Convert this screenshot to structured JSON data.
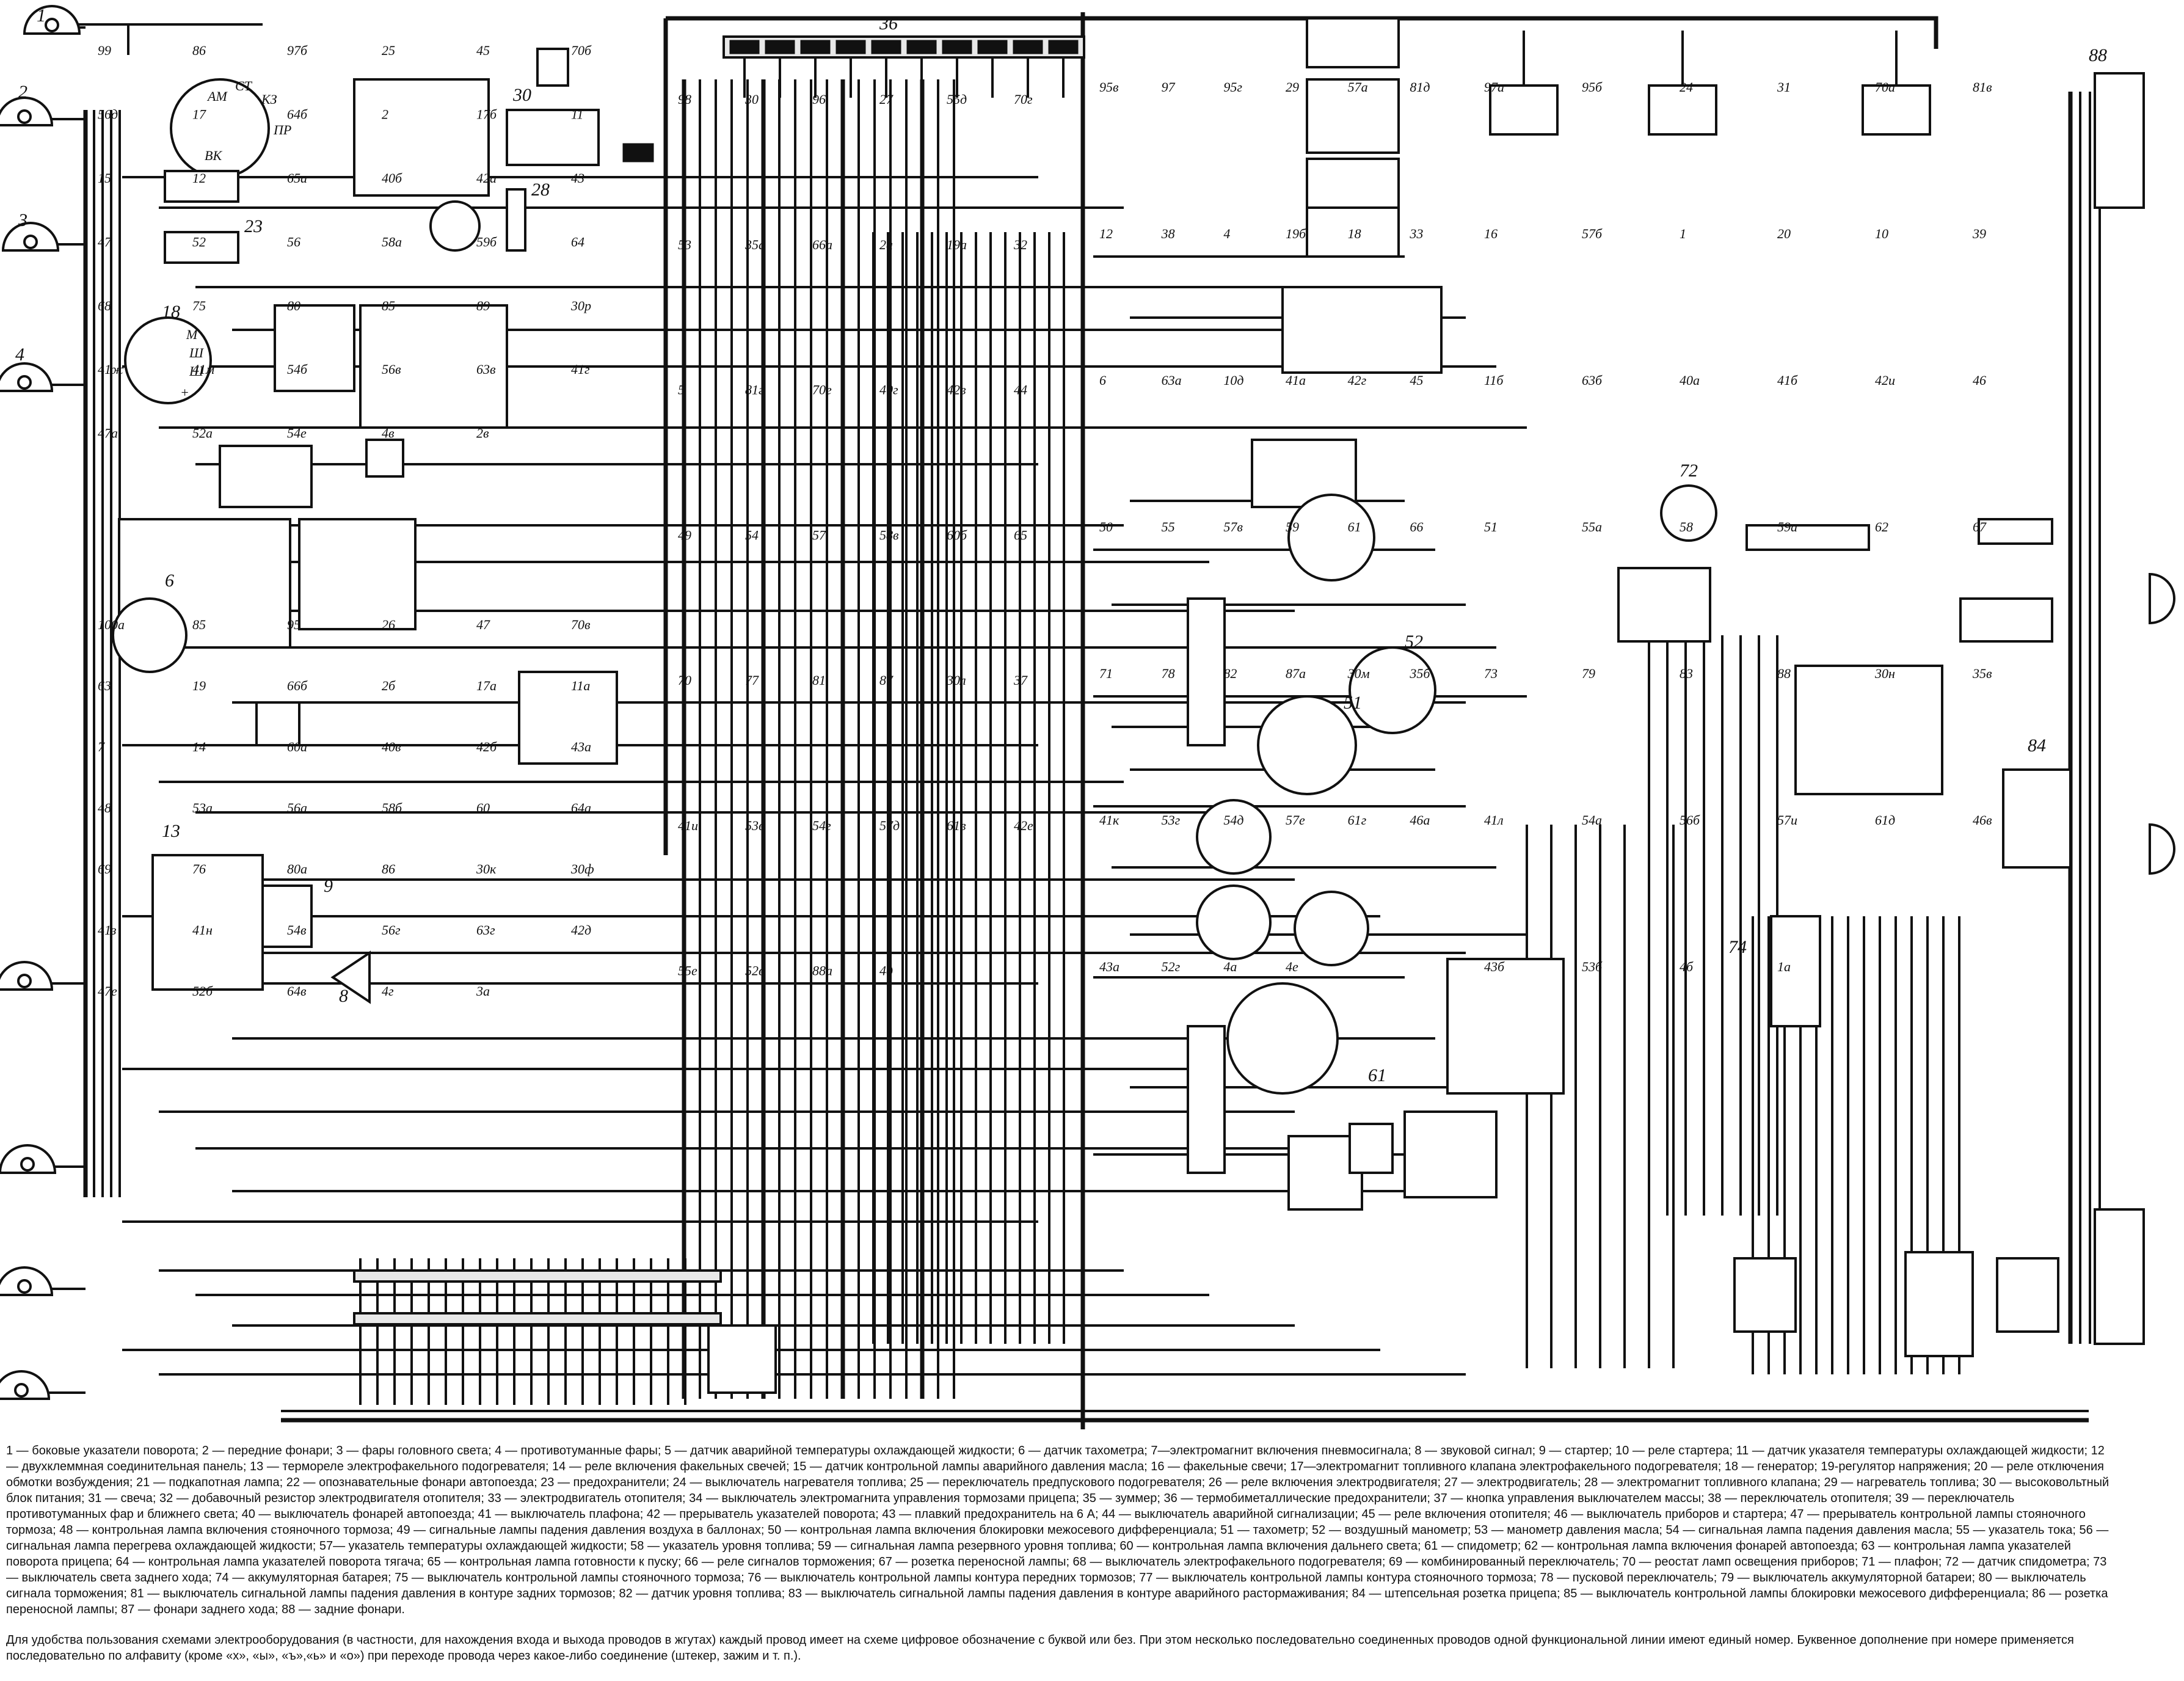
{
  "diagram": {
    "components": [
      {
        "num": "1",
        "label": "боковые указатели поворота"
      },
      {
        "num": "2",
        "label": "передние фонари"
      },
      {
        "num": "3",
        "label": "фары головного света"
      },
      {
        "num": "4",
        "label": "противотуманные фары"
      },
      {
        "num": "6",
        "label": "датчик тахометра"
      },
      {
        "num": "8",
        "label": "звуковой сигнал"
      },
      {
        "num": "9",
        "label": "стартер"
      },
      {
        "num": "13",
        "label": "термореле электрофакельного подогревателя"
      },
      {
        "num": "18",
        "label": "генератор"
      },
      {
        "num": "23",
        "label": "предохранители"
      },
      {
        "num": "28",
        "label": "электромагнит топливного клапана"
      },
      {
        "num": "30",
        "label": "высоковольтный блок питания"
      },
      {
        "num": "36",
        "label": "термобиметаллические предохранители"
      },
      {
        "num": "51",
        "label": "тахометр"
      },
      {
        "num": "52",
        "label": "воздушный манометр"
      },
      {
        "num": "61",
        "label": "спидометр"
      },
      {
        "num": "72",
        "label": "датчик спидометра"
      },
      {
        "num": "74",
        "label": "аккумуляторная батарея"
      },
      {
        "num": "84",
        "label": "штепсельная розетка прицепа"
      },
      {
        "num": "88",
        "label": "задние фонари"
      }
    ],
    "generator_terminals": [
      "М",
      "Ш",
      "Ш",
      "+"
    ],
    "starter_switch_terminals": [
      "АМ",
      "СТ",
      "КЗ",
      "ПР",
      "ВК"
    ],
    "wire_labels": [
      "99",
      "100а",
      "98",
      "95в",
      "97а",
      "86",
      "85",
      "30",
      "97",
      "95б",
      "97б",
      "95",
      "96",
      "95г",
      "24",
      "25",
      "26",
      "27",
      "29",
      "31",
      "45",
      "47",
      "55д",
      "57а",
      "70а",
      "70б",
      "70в",
      "70г",
      "81д",
      "81в",
      "56д",
      "63",
      "53",
      "12",
      "16",
      "17",
      "19",
      "35а",
      "38",
      "57б",
      "64б",
      "66б",
      "66а",
      "4",
      "1",
      "2",
      "2б",
      "2а",
      "19б",
      "20",
      "17б",
      "17а",
      "19а",
      "18",
      "10",
      "11",
      "11а",
      "32",
      "33",
      "39",
      "15",
      "7",
      "5",
      "6",
      "11б",
      "12",
      "14",
      "81г",
      "63а",
      "63б",
      "65а",
      "60а",
      "70е",
      "10д",
      "40а",
      "40б",
      "40в",
      "40г",
      "41а",
      "41б",
      "42а",
      "42б",
      "42в",
      "42г",
      "42и",
      "43",
      "43а",
      "44",
      "45",
      "46",
      "47",
      "48",
      "49",
      "50",
      "51",
      "52",
      "53а",
      "54",
      "55",
      "55а",
      "56",
      "56а",
      "57",
      "57в",
      "58",
      "58а",
      "58б",
      "58в",
      "59",
      "59а",
      "59б",
      "60",
      "60б",
      "61",
      "62",
      "64",
      "64а",
      "65",
      "66",
      "67",
      "68",
      "69",
      "70",
      "71",
      "73",
      "75",
      "76",
      "77",
      "78",
      "79",
      "80",
      "80а",
      "81",
      "82",
      "83",
      "85",
      "86",
      "87",
      "87а",
      "88",
      "89",
      "30к",
      "30л",
      "30м",
      "30н",
      "30р",
      "30ф",
      "37",
      "35б",
      "35в",
      "41ж",
      "41з",
      "41и",
      "41к",
      "41л",
      "41м",
      "41н",
      "53в",
      "53г",
      "54а",
      "54б",
      "54в",
      "54г",
      "54д",
      "56б",
      "56в",
      "56г",
      "57д",
      "57е",
      "57и",
      "63в",
      "63г",
      "61в",
      "61г",
      "61д",
      "41г",
      "42д",
      "42е",
      "46а",
      "46в",
      "47а",
      "47е",
      "55е",
      "43а",
      "43б",
      "52а",
      "52б",
      "52в",
      "52г",
      "53б",
      "54е",
      "64в",
      "88а",
      "4а",
      "4б",
      "4в",
      "4г",
      "4д",
      "4е",
      "1а",
      "2в",
      "3а"
    ]
  },
  "legend_lines": [
    "1 — боковые указатели поворота; 2 — передние фонари; 3 — фары головного света; 4 — противотуманные фары; 5 — датчик аварийной температуры охлаждающей жидкости; 6 — датчик тахометра; 7—электромагнит включения пневмосигнала; 8 — звуковой сигнал; 9 — стартер; 10 — реле стартера; 11 — датчик указателя температуры охлаждающей жидкости; 12",
    "— двухклеммная соединительная панель; 13 — термореле электрофакельного подогревателя; 14 — реле включения факельных свечей; 15 — датчик контрольной лампы аварийного давления масла; 16 — факельные свечи; 17—электромагнит топливного клапана электрофакельного подогревателя; 18 — генератор; 19-регулятор напряжения; 20 — реле отключения",
    "обмотки возбуждения; 21 — подкапотная лампа; 22 — опознавательные фонари автопоезда; 23 — предохранители; 24 — выключатель нагревателя топлива; 25 — переключатель предпускового подогревателя; 26 — реле включения электродвигателя; 27 — электродвигатель; 28 — электромагнит топливного клапана; 29 — нагреватель топлива; 30 — высоковольтный",
    "блок питания; 31 — свеча; 32 — добавочный резистор электродвигателя отопителя; 33 — электродвигатель отопителя; 34 — выключатель электромагнита управления тормозами прицепа; 35 — зуммер; 36 — термобиметаллические предохранители; 37 — кнопка управления выключателем массы; 38 — переключатель отопителя; 39 — переключатель",
    "противотуманных фар и ближнего света; 40 — выключатель фонарей автопоезда; 41 — выключатель плафона; 42 — прерыватель указателей поворота; 43 — плавкий предохранитель на 6 А; 44 — выключатель аварийной сигнализации; 45 — реле включения отопителя; 46 — выключатель приборов и стартера; 47 — прерыватель контрольной лампы стояночного",
    "тормоза; 48 — контрольная лампа включения стояночного тормоза; 49 — сигнальные лампы падения давления воздуха в баллонах; 50 — контрольная лампа включения блокировки межосевого дифференциала; 51 — тахометр; 52 — воздушный манометр; 53 — манометр давления масла; 54 — сигнальная лампа падения давления масла; 55 — указатель тока; 56 —",
    "сигнальная лампа перегрева охлаждающей жидкости; 57— указатель температуры охлаждающей жидкости; 58 — указатель уровня топлива; 59 — сигнальная лампа резервного уровня топлива; 60 — контрольная лампа включения дальнего света; 61 — спидометр; 62 — контрольная лампа включения фонарей автопоезда; 63 — контрольная лампа указателей",
    "поворота прицепа; 64 — контрольная лампа указателей поворота тягача; 65 — контрольная лампа готовности к пуску; 66 — реле сигналов торможения; 67 — розетка переносной лампы; 68 — выключатель электрофакельного подогревателя; 69 — комбинированный переключатель; 70 — реостат ламп освещения приборов; 71 — плафон; 72 — датчик спидометра; 73",
    "— выключатель света заднего хода; 74 — аккумуляторная батарея; 75 — выключатель контрольной лампы стояночного тормоза; 76 — выключатель контрольной лампы контура передних тормозов; 77 — выключатель контрольной лампы контура стояночного тормоза; 78 — пусковой переключатель; 79 — выключатель аккумуляторной батареи; 80 — выключатель",
    "сигнала торможения; 81 — выключатель сигнальной лампы падения давления в контуре задних тормозов; 82 — датчик уровня топлива; 83 — выключатель сигнальной лампы падения давления в контуре аварийного растормаживания; 84 — штепсельная розетка прицепа; 85 — выключатель контрольной лампы блокировки межосевого дифференциала; 86 — розетка",
    "переносной лампы; 87 — фонари заднего хода; 88 — задние фонари."
  ],
  "note_lines": [
    "Для удобства пользования схемами электрооборудования (в частности, для нахождения входа и выхода проводов в жгутах) каждый провод имеет на схеме цифровое обозначение с буквой или без. При этом несколько последовательно соединенных проводов одной функциональной линии имеют единый номер. Буквенное дополнение при номере применяется",
    "последовательно по алфавиту (кроме «х», «ы», «ъ»,«ь» и «о») при переходе провода через какое-либо соединение (штекер, зажим и т. п.)."
  ]
}
